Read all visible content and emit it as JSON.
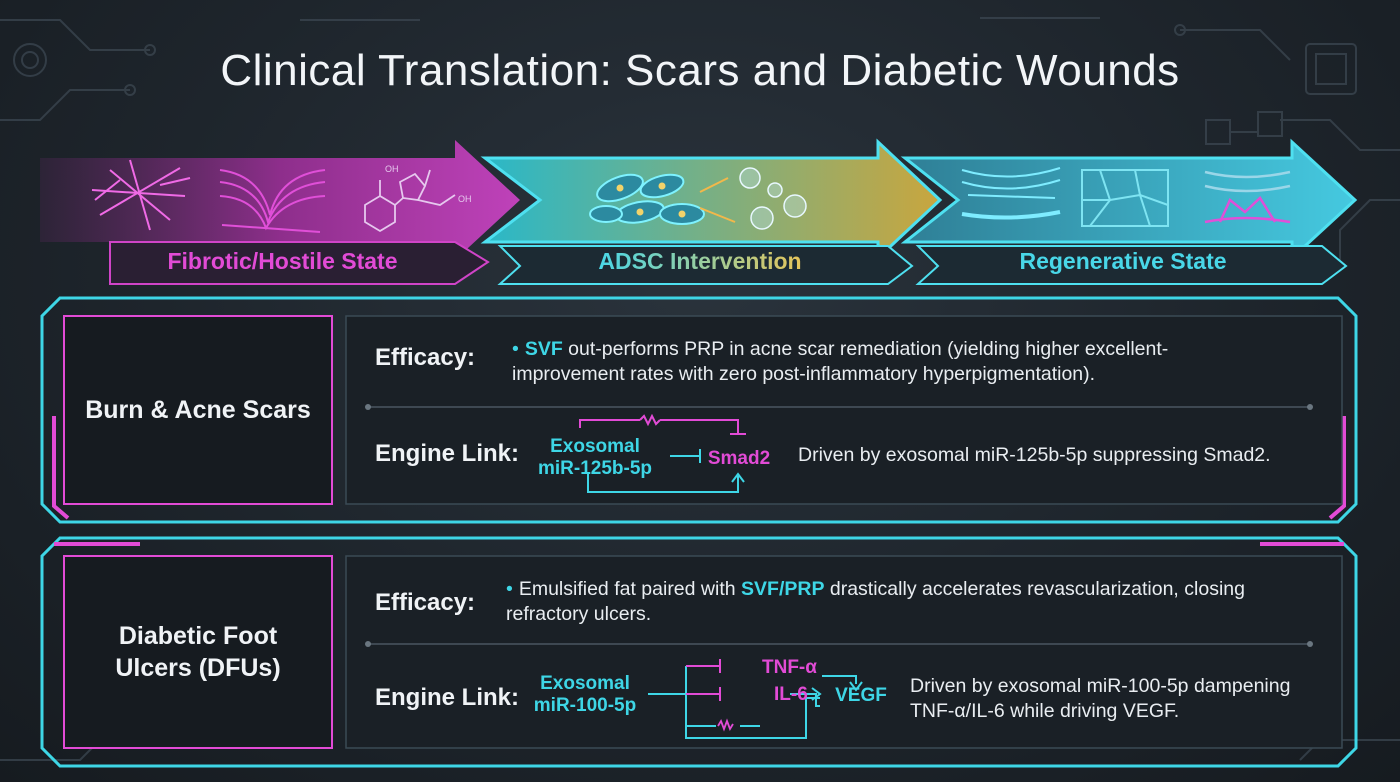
{
  "title": "Clinical Translation: Scars and Diabetic Wounds",
  "stages": [
    {
      "label": "Fibrotic/Hostile State",
      "color": "#e24bd6"
    },
    {
      "label": "ADSC Intervention",
      "color": "#49d7e8"
    },
    {
      "label": "Regenerative State",
      "color": "#49d7e8"
    }
  ],
  "colors": {
    "cyan": "#3ed6e6",
    "magenta": "#e24bd6",
    "gold": "#d6b84a",
    "background": "#1e252c"
  },
  "panels": [
    {
      "category": "Burn & Acne Scars",
      "efficacy_label": "Efficacy:",
      "efficacy_highlight": "SVF",
      "efficacy_text": " out-performs PRP in acne scar remediation (yielding higher excellent-improvement rates with zero post-inflammatory hyperpigmentation).",
      "engine_label": "Engine Link:",
      "source_line1": "Exosomal",
      "source_line2": "miR-125b-5p",
      "target": "Smad2",
      "description": "Driven by exosomal miR-125b-5p suppressing Smad2."
    },
    {
      "category_line1": "Diabetic Foot",
      "category_line2": "Ulcers (DFUs)",
      "efficacy_label": "Efficacy:",
      "efficacy_prefix": "Emulsified fat paired with ",
      "efficacy_highlight": "SVF/PRP",
      "efficacy_text": " drastically accelerates revascularization, closing refractory ulcers.",
      "engine_label": "Engine Link:",
      "source_line1": "Exosomal",
      "source_line2": "miR-100-5p",
      "targets": [
        "TNF-α",
        "IL-6"
      ],
      "output": "VEGF",
      "description_line1": "Driven by exosomal miR-100-5p dampening",
      "description_line2": "TNF-α/IL-6 while driving VEGF."
    }
  ]
}
